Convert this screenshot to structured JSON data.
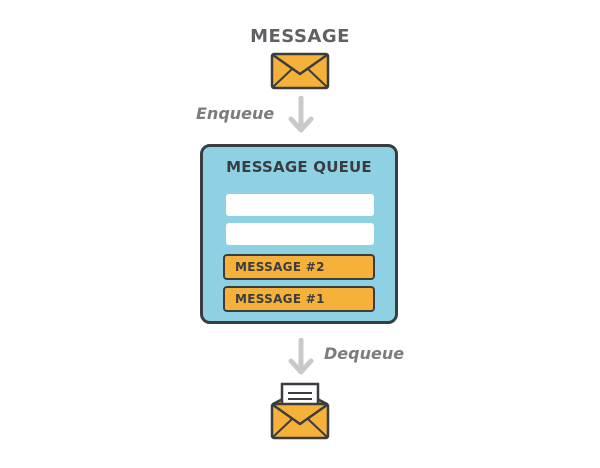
{
  "diagram": {
    "top_label": "MESSAGE",
    "enqueue_label": "Enqueue",
    "dequeue_label": "Dequeue",
    "queue": {
      "title": "MESSAGE QUEUE",
      "messages": [
        "MESSAGE #2",
        "MESSAGE #1"
      ]
    }
  },
  "icons": {
    "incoming": "envelope-icon",
    "enqueue_arrow": "arrow-down-icon",
    "dequeue_arrow": "arrow-down-icon",
    "outgoing": "open-envelope-icon"
  },
  "colors": {
    "envelope": "#f6b13a",
    "outline": "#3a3d40",
    "queue_fill": "#8ed1e3",
    "arrow": "#c7c9cb",
    "label_dark": "#5f6265",
    "label_italic": "#7a7d80"
  }
}
